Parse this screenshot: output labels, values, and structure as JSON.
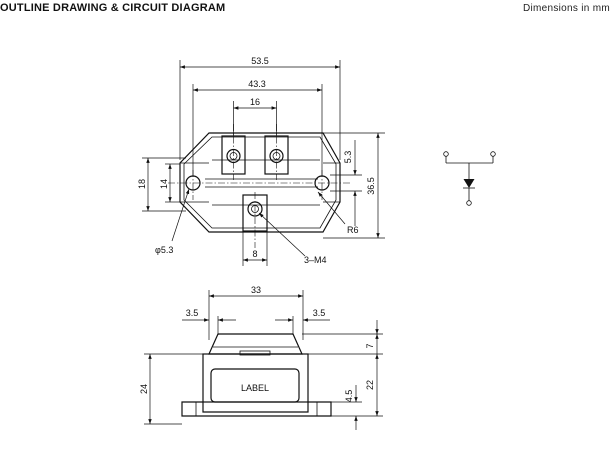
{
  "header": {
    "title": "OUTLINE DRAWING & CIRCUIT DIAGRAM",
    "units": "Dimensions in mm"
  },
  "top_view": {
    "dim_overall_width": "53.5",
    "dim_mount_pitch": "43.3",
    "dim_terminal_pitch": "16",
    "dim_height": "36.5",
    "dim_body_height": "18",
    "dim_inner_height": "14",
    "dim_offset": "5.3",
    "dim_terminal_width": "8",
    "label_hole": "φ5.3",
    "label_screw": "3–M4",
    "label_radius": "R6"
  },
  "side_view": {
    "dim_width": "33",
    "dim_left_step": "3.5",
    "dim_right_step": "3.5",
    "dim_total_height": "24",
    "dim_top_height": "7",
    "dim_lower_height": "22",
    "dim_base": "4.5",
    "label_text": "LABEL"
  }
}
